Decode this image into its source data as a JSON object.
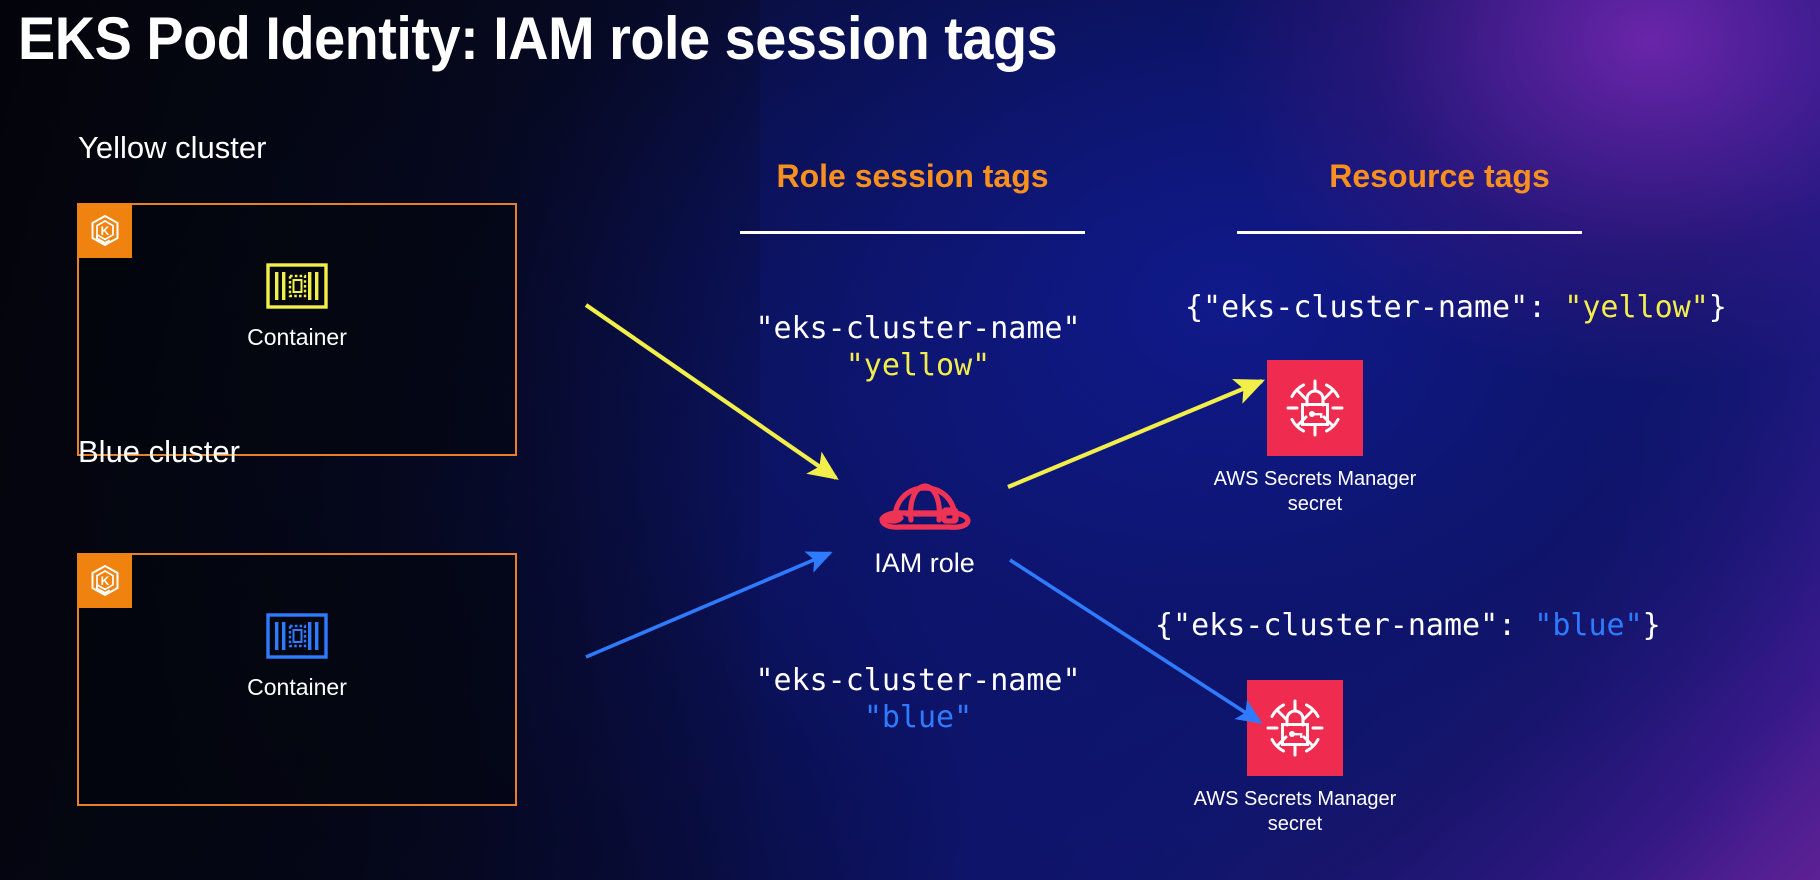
{
  "title": "EKS Pod Identity: IAM role session tags",
  "colors": {
    "accent_orange": "#f7901e",
    "cluster_border": "#e8802a",
    "eks_badge": "#f0830f",
    "yellow": "#f2ee4a",
    "blue": "#2f7bff",
    "secrets_red": "#ef2c50",
    "iam_red": "#ef3355",
    "text": "#ffffff"
  },
  "clusters": [
    {
      "label": "Yellow cluster",
      "badge_icon": "eks-kubernetes-icon",
      "workload_icon": "container-icon",
      "workload_label": "Container",
      "accent": "#f2ee4a"
    },
    {
      "label": "Blue cluster",
      "badge_icon": "eks-kubernetes-icon",
      "workload_icon": "container-icon",
      "workload_label": "Container",
      "accent": "#2f7bff"
    }
  ],
  "sections": {
    "role_session_tags": "Role session tags",
    "resource_tags": "Resource tags"
  },
  "session_tags": [
    {
      "key": "\"eks-cluster-name\"",
      "value": "\"yellow\"",
      "value_color": "#f2ee4a"
    },
    {
      "key": "\"eks-cluster-name\"",
      "value": "\"blue\"",
      "value_color": "#2f7bff"
    }
  ],
  "resource_tags": [
    {
      "prefix": "{\"eks-cluster-name\": ",
      "value": "\"yellow\"",
      "suffix": "}",
      "value_color": "#f2ee4a"
    },
    {
      "prefix": "{\"eks-cluster-name\": ",
      "value": "\"blue\"",
      "suffix": "}",
      "value_color": "#2f7bff"
    }
  ],
  "iam_role": {
    "icon": "iam-role-hardhat-icon",
    "label": "IAM role"
  },
  "secrets": [
    {
      "icon": "aws-secrets-manager-icon",
      "label": "AWS Secrets Manager\nsecret"
    },
    {
      "icon": "aws-secrets-manager-icon",
      "label": "AWS Secrets Manager\nsecret"
    }
  ],
  "arrows": [
    {
      "name": "yellow-cluster-to-iam-role",
      "color": "#f2ee4a"
    },
    {
      "name": "blue-cluster-to-iam-role",
      "color": "#2f7bff"
    },
    {
      "name": "iam-role-to-yellow-secret",
      "color": "#f2ee4a"
    },
    {
      "name": "iam-role-to-blue-secret",
      "color": "#2f7bff"
    }
  ]
}
